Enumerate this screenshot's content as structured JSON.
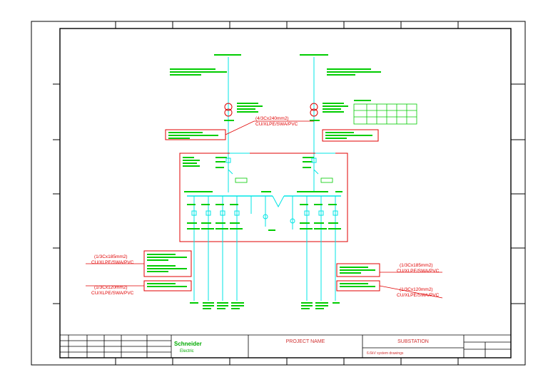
{
  "title_block": {
    "project_name": "PROJECT NAME",
    "substation": "SUBSTATION",
    "drawing_title": "6.6kV system drawings",
    "logo_line1": "Schneider",
    "logo_line2": "Electric"
  },
  "cable_labels": {
    "top_feed": [
      "(4/3Cx240mm2)",
      "CU/XLPE/SWA/PVC"
    ],
    "left_upper": [
      "(1/3Cx185mm2)",
      "CU/XLPE/SWA/PVC"
    ],
    "left_lower": [
      "(1/3Cx120mm2)",
      "CU/XLPE/SWA/PVC"
    ],
    "right_upper": [
      "(1/3Cx185mm2)",
      "CU/XLPE/SWA/PVC"
    ],
    "right_lower": [
      "(1/3Cx120mm2)",
      "CU/XLPE/SWA/PVC"
    ]
  },
  "colors": {
    "frame": "#000000",
    "wiring": "#00e5e5",
    "annotation": "#00cc00",
    "highlight": "#e00000",
    "title_text": "#d03030"
  }
}
